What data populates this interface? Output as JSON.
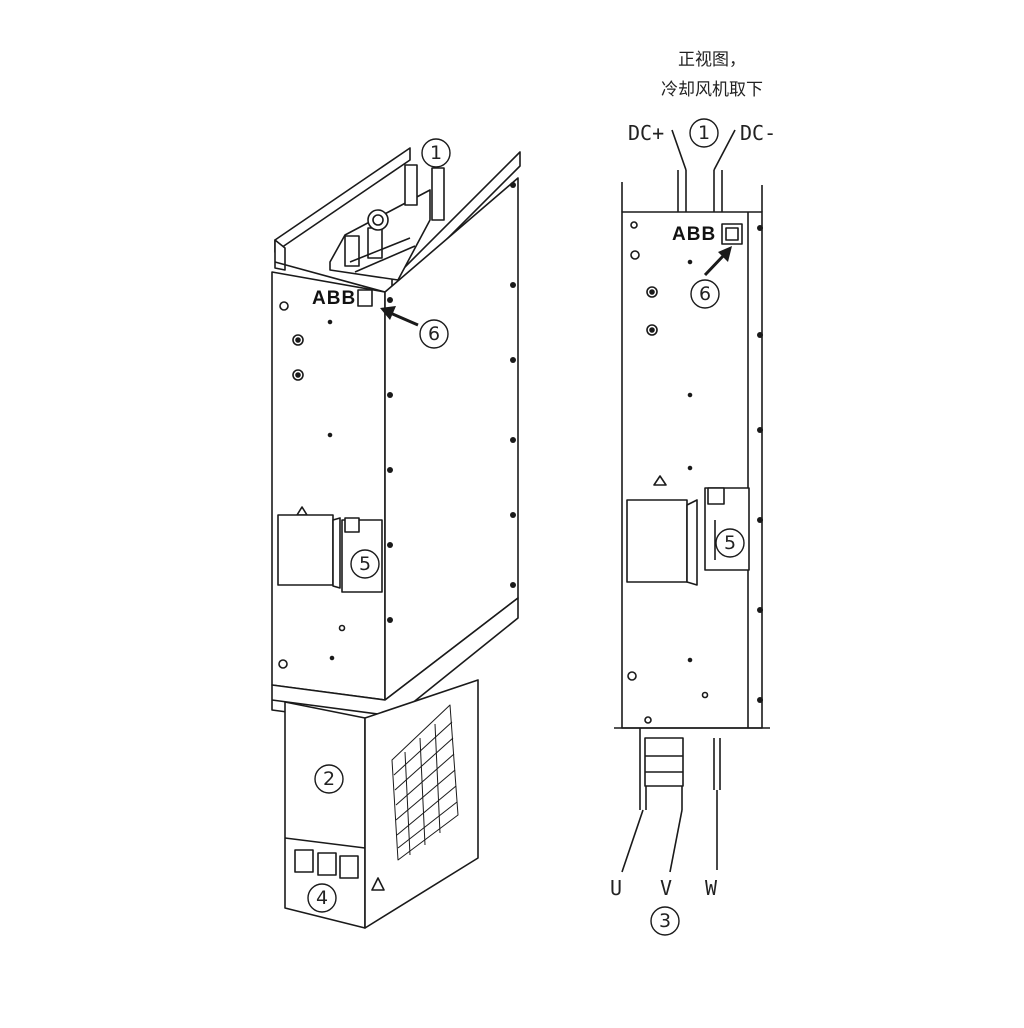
{
  "caption": {
    "line1": "正视图，",
    "line2": "冷却风机取下"
  },
  "left_view": {
    "callouts": [
      "1",
      "6",
      "5",
      "2",
      "4"
    ],
    "logo": "ABB"
  },
  "right_view": {
    "terminals_top": [
      "DC+",
      "DC-"
    ],
    "terminals_bottom": [
      "U",
      "V",
      "W"
    ],
    "callouts": [
      "1",
      "6",
      "5",
      "3"
    ],
    "logo": "ABB"
  },
  "colors": {
    "line": "#1a1a1a",
    "fill": "#ffffff"
  }
}
